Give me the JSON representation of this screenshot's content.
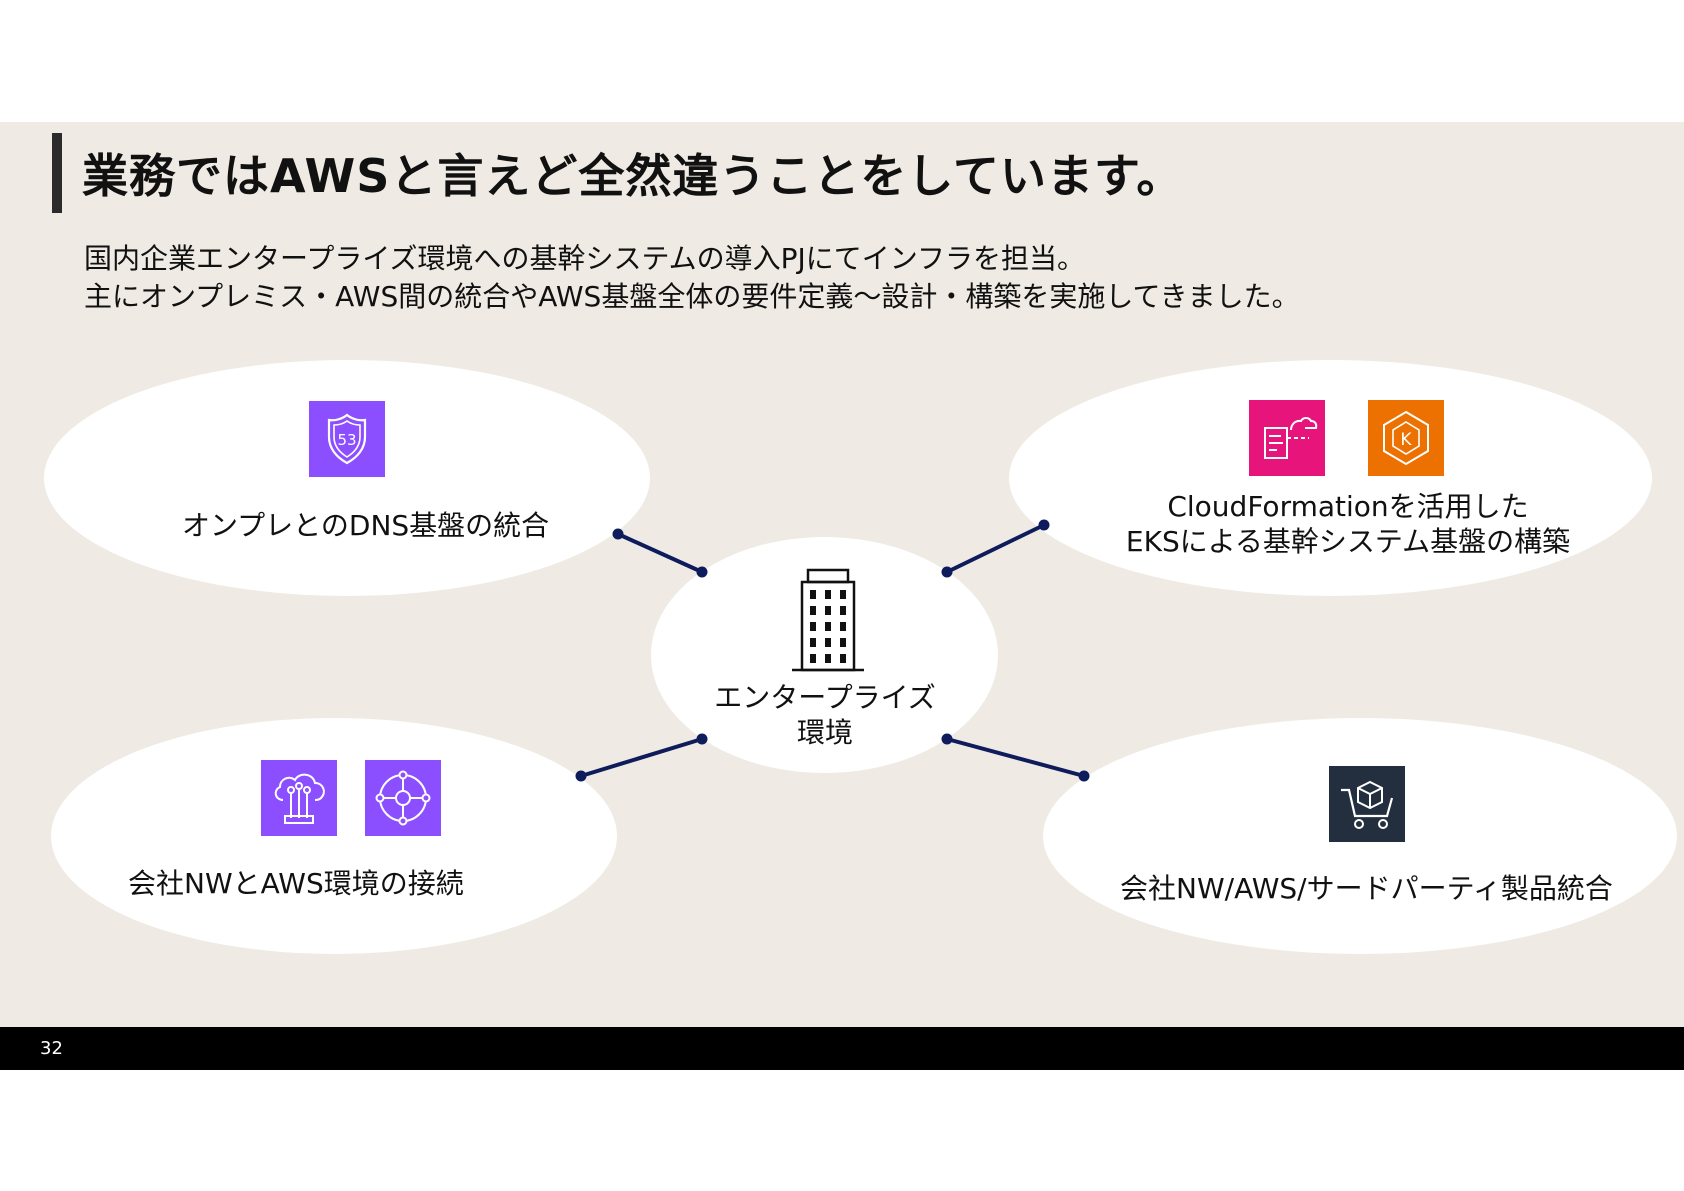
{
  "slide": {
    "title": "業務ではAWSと言えど全然違うことをしています。",
    "subtitle_line1": "国内企業エンタープライズ環境への基幹システムの導入PJにてインフラを担当。",
    "subtitle_line2": "主にオンプレミス・AWS間の統合やAWS基盤全体の要件定義～設計・構築を実施してきました。",
    "page_number": "32"
  },
  "center": {
    "icon": "office-building-icon",
    "label_line1": "エンタープライズ",
    "label_line2": "環境"
  },
  "nodes": {
    "dns": {
      "label": "オンプレとのDNS基盤の統合",
      "icons": [
        "route53-icon"
      ]
    },
    "eks": {
      "label_line1": "CloudFormationを活用した",
      "label_line2": "EKSによる基幹システム基盤の構築",
      "icons": [
        "cloudformation-icon",
        "eks-icon"
      ]
    },
    "network": {
      "label": "会社NWとAWS環境の接続",
      "icons": [
        "direct-connect-icon",
        "transit-gateway-icon"
      ]
    },
    "thirdparty": {
      "label": "会社NW/AWS/サードパーティ製品統合",
      "icons": [
        "marketplace-icon"
      ]
    }
  },
  "colors": {
    "background": "#efebe4",
    "connector": "#0f1c5c",
    "route53": "#8c4fff",
    "cloudformation": "#e7157b",
    "eks": "#ed7100",
    "marketplace": "#232f3e",
    "footer": "#000000"
  }
}
